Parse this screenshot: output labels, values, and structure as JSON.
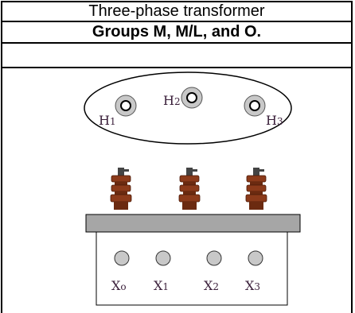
{
  "header": {
    "title": "Three-phase transformer",
    "subtitle": "Groups M, M/L, and O."
  },
  "diagram": {
    "high_voltage_labels": [
      "H1",
      "H2",
      "H3"
    ],
    "low_voltage_labels": [
      "Xo",
      "X1",
      "X2",
      "X3"
    ],
    "colors": {
      "bushing": "#8b3a1a",
      "tank_top": "#a6a6a6",
      "terminal": "#c8c8c8",
      "outline": "#000000"
    }
  }
}
